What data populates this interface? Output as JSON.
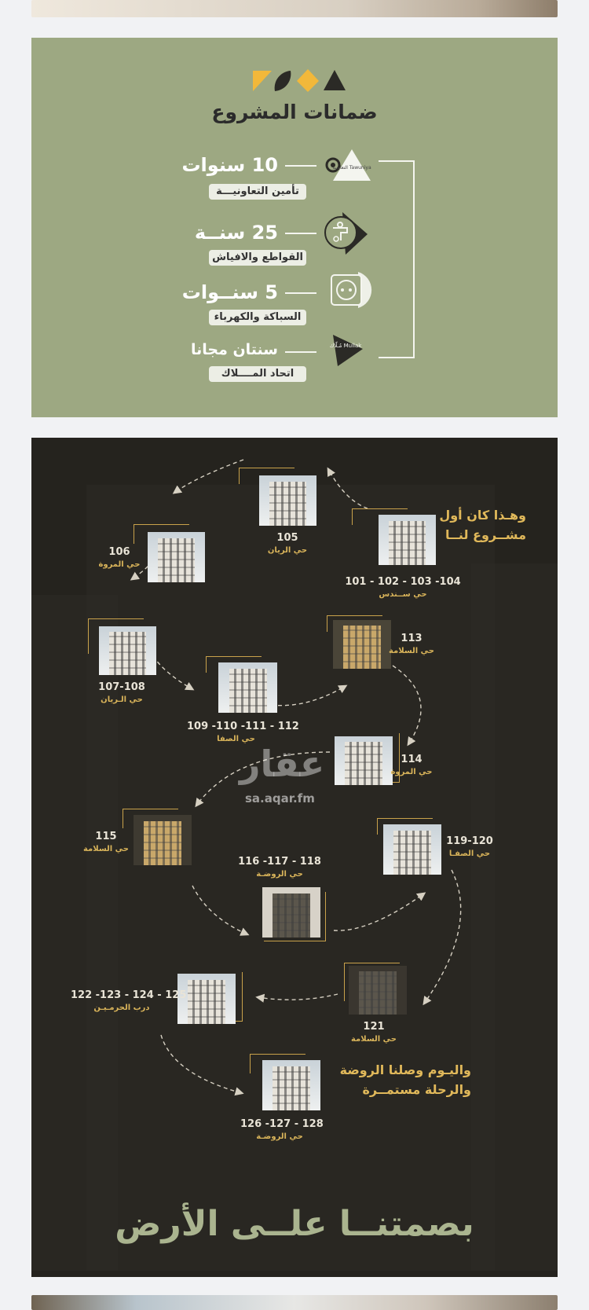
{
  "guarantees": {
    "title": "ضمانات المشروع",
    "accent_colors": {
      "panel": "#9da882",
      "shape_gold": "#f2b83a",
      "shape_dark": "#2b2a26"
    },
    "items": [
      {
        "number": "10 سنوات",
        "label": "تأمين التعاونيـــة",
        "icon": "tawuniya-logo-icon",
        "logo_text": "التعاونية Tawuniya"
      },
      {
        "number": "25 سنــة",
        "label": "القواطع والافياش",
        "icon": "faucet-icon"
      },
      {
        "number": "5 سنــوات",
        "label": "السباكة والكهرباء",
        "icon": "power-socket-icon"
      },
      {
        "number": "سنتان مجانا",
        "label": "اتحاد المــــلاك",
        "icon": "mullak-logo-icon",
        "logo_text": "مُـلّاك Mullak"
      }
    ]
  },
  "timeline": {
    "intro": [
      "وهـذا كان أول",
      "مشــروع لنــا"
    ],
    "outro": [
      "واليـوم وصلنا الروضة",
      "والرحلة مستمــرة"
    ],
    "projects": [
      {
        "numbers": "101 - 102 - 103 -104",
        "district": "حي ســندس"
      },
      {
        "numbers": "105",
        "district": "حي الريان"
      },
      {
        "numbers": "106",
        "district": "حي المروة"
      },
      {
        "numbers": "107-108",
        "district": "حي الـريان"
      },
      {
        "numbers": "109 -110 -111 - 112",
        "district": "حي الصفا"
      },
      {
        "numbers": "113",
        "district": "حي السلامة"
      },
      {
        "numbers": "114",
        "district": "حي المروة"
      },
      {
        "numbers": "115",
        "district": "حي السلامة"
      },
      {
        "numbers": "116 -117 - 118",
        "district": "حي الروضـة"
      },
      {
        "numbers": "119-120",
        "district": "حي الصفـا"
      },
      {
        "numbers": "121",
        "district": "حي السلامة"
      },
      {
        "numbers": "122 -123 - 124 - 125",
        "district": "درب الحرمـيـن"
      },
      {
        "numbers": "126 -127 - 128",
        "district": "حي الروضـة"
      }
    ],
    "watermark": {
      "arabic": "عقار",
      "url": "sa.aqar.fm"
    },
    "slogan": "بصمتنــا علــى الأرض"
  }
}
